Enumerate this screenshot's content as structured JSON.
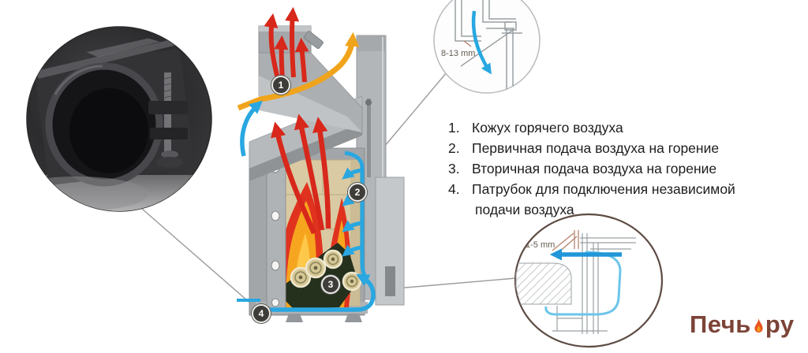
{
  "legend": {
    "items": [
      {
        "num": "1.",
        "text": "Кожух горячего воздуха"
      },
      {
        "num": "2.",
        "text": "Первичная подача воздуха на горение"
      },
      {
        "num": "3.",
        "text": "Вторичная подача воздуха на горение"
      },
      {
        "num": "4.",
        "text": "Патрубок для подключения независимой"
      }
    ],
    "item4_line2": "подачи воздуха"
  },
  "badges": [
    {
      "label": "1"
    },
    {
      "label": "2"
    },
    {
      "label": "3"
    },
    {
      "label": "4"
    }
  ],
  "insets": {
    "top_right": {
      "label": "8-13 mm"
    },
    "bottom_right": {
      "label": "1-5 mm"
    }
  },
  "logo": {
    "text_left": "Печь",
    "text_right": "ру",
    "color": "#7c4437",
    "flame_color": "#e8541e"
  },
  "colors": {
    "hot_air_red": "#d7281b",
    "convection_orange": "#f0a41c",
    "cold_air_blue": "#29a7e1",
    "stove_gray": "#a4a7aa",
    "firebrick_tan": "#d9caa3",
    "flame_red": "#e0331f",
    "flame_orange": "#f6a51f",
    "logs_dark": "#25301d",
    "leader_line": "#9b9b9b"
  }
}
